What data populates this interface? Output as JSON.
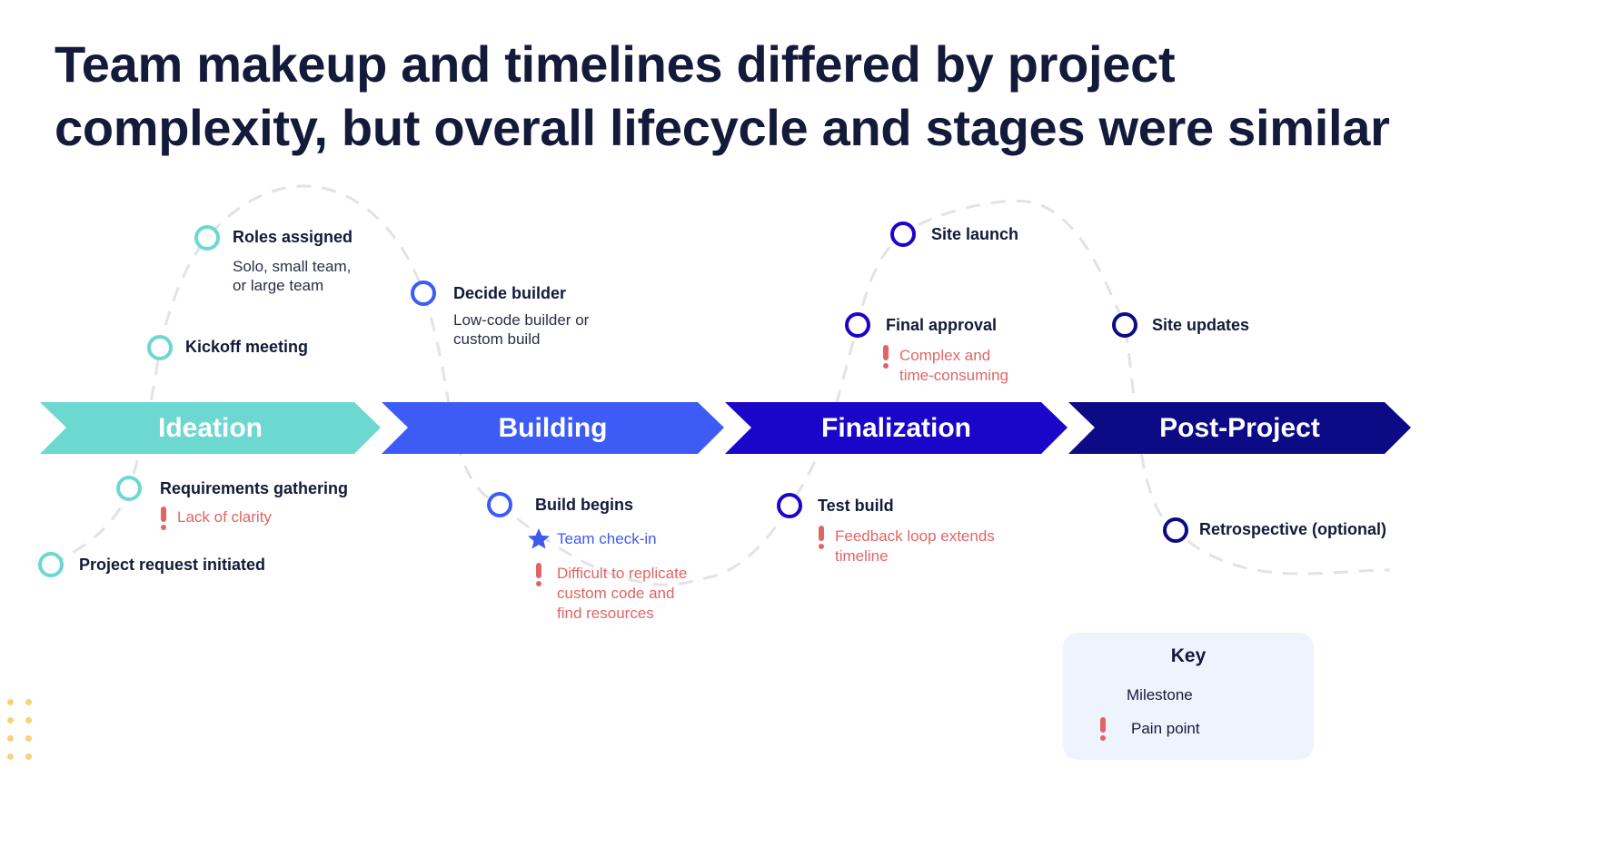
{
  "title": {
    "line1": "Team makeup and timelines differed by project",
    "line2": "complexity, but overall lifecycle and stages were similar"
  },
  "stages": [
    {
      "label": "Ideation",
      "color": "#6cd8cf"
    },
    {
      "label": "Building",
      "color": "#3d5cf5"
    },
    {
      "label": "Finalization",
      "color": "#1a06c9"
    },
    {
      "label": "Post-Project",
      "color": "#0d0a86"
    }
  ],
  "nodes": {
    "project_request": {
      "label": "Project request initiated",
      "color": "#6cd8cf"
    },
    "requirements": {
      "label": "Requirements gathering",
      "pain": "Lack of clarity",
      "color": "#6cd8cf"
    },
    "kickoff": {
      "label": "Kickoff meeting",
      "color": "#6cd8cf"
    },
    "roles": {
      "label": "Roles assigned",
      "sub1": "Solo, small team,",
      "sub2": "or large team",
      "color": "#6cd8cf"
    },
    "decide_builder": {
      "label": "Decide builder",
      "sub1": "Low-code builder or",
      "sub2": "custom build",
      "color": "#3d5cf5"
    },
    "build_begins": {
      "label": "Build begins",
      "milestone": "Team check-in",
      "pain1": "Difficult to replicate",
      "pain2": "custom code and",
      "pain3": "find resources",
      "color": "#3d5cf5"
    },
    "test_build": {
      "label": "Test build",
      "pain1": "Feedback loop extends",
      "pain2": "timeline",
      "color": "#1a06c9"
    },
    "final_approval": {
      "label": "Final approval",
      "pain1": "Complex and",
      "pain2": "time-consuming",
      "color": "#1a06c9"
    },
    "site_launch": {
      "label": "Site launch",
      "color": "#1a06c9"
    },
    "site_updates": {
      "label": "Site updates",
      "color": "#0d0a86"
    },
    "retrospective": {
      "label": "Retrospective (optional)",
      "color": "#0d0a86"
    }
  },
  "key": {
    "title": "Key",
    "milestone": "Milestone",
    "pain_point": "Pain point"
  },
  "colors": {
    "pain": "#e06565",
    "milestone": "#3d5bf0",
    "path": "#e1e3e8",
    "text": "#131a3a"
  }
}
